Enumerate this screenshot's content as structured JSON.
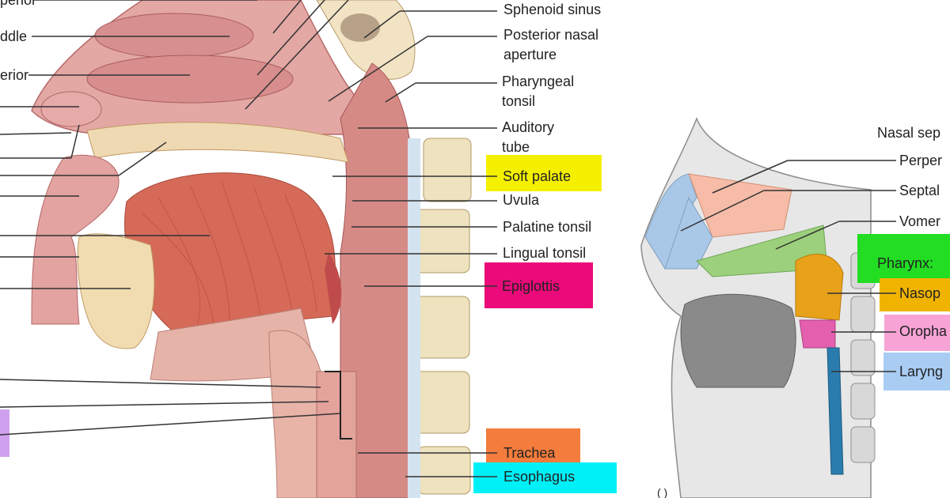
{
  "colors": {
    "soft_palate": "#f5f000",
    "epiglottis": "#ea0a7a",
    "trachea": "#f47c3c",
    "esophagus": "#00f0f8",
    "purple_box": "#cfa0ee",
    "pharynx": "#22dd22",
    "nasopharynx": "#f0b400",
    "oropharynx": "#f7a3d6",
    "laryngopharynx": "#a9ccf3"
  },
  "left_labels_truncated": {
    "superior": "perior",
    "middle": "ddle",
    "inferior": "erior"
  },
  "right_labels": {
    "sphenoid_sinus": "Sphenoid sinus",
    "posterior_nasal_aperture_1": "Posterior nasal",
    "posterior_nasal_aperture_2": "aperture",
    "pharyngeal_tonsil_1": "Pharyngeal",
    "pharyngeal_tonsil_2": "tonsil",
    "auditory_tube_1": "Auditory",
    "auditory_tube_2": "tube",
    "soft_palate": "Soft palate",
    "uvula": "Uvula",
    "palatine_tonsil": "Palatine tonsil",
    "lingual_tonsil": "Lingual tonsil",
    "epiglottis": "Epiglottis",
    "trachea": "Trachea",
    "esophagus": "Esophagus"
  },
  "inset_labels": {
    "nasal_septum": "Nasal sep",
    "perpendicular_plate": "Perper",
    "septal_cartilage": "Septal",
    "vomer": "Vomer",
    "pharynx": "Pharynx:",
    "nasopharynx": "Nasop",
    "oropharynx": "Oropha",
    "laryngopharynx": "Laryng"
  }
}
